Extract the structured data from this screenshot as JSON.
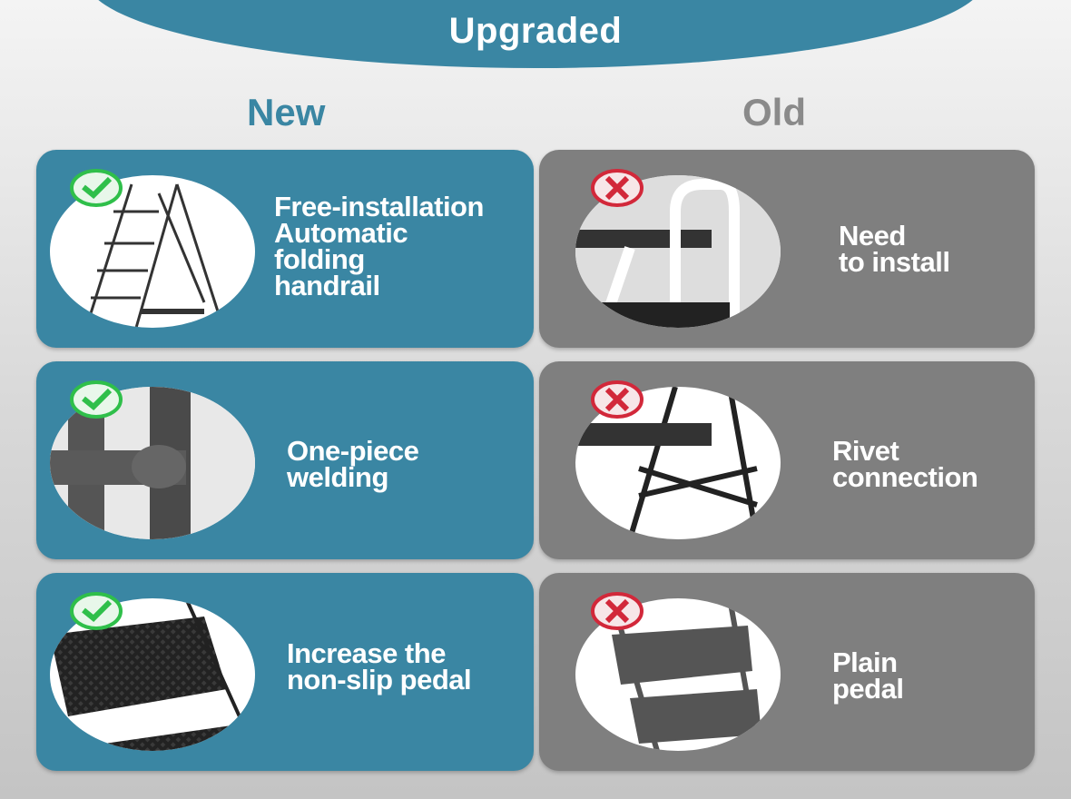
{
  "header": {
    "title": "Upgraded"
  },
  "columns": {
    "new": "New",
    "old": "Old"
  },
  "rows": [
    {
      "new": {
        "lines": [
          "Free-installation",
          "Automatic",
          "folding",
          "handrail"
        ]
      },
      "old": {
        "lines": [
          "Need",
          "to install"
        ]
      }
    },
    {
      "new": {
        "lines": [
          "One-piece",
          "welding"
        ]
      },
      "old": {
        "lines": [
          "Rivet",
          "connection"
        ]
      }
    },
    {
      "new": {
        "lines": [
          "Increase the",
          "non-slip pedal"
        ]
      },
      "old": {
        "lines": [
          "Plain",
          "pedal"
        ]
      }
    }
  ],
  "colors": {
    "new": "#3a86a3",
    "old": "#7f7f7f",
    "check": "#2fbf4a",
    "cross": "#d2283a"
  }
}
